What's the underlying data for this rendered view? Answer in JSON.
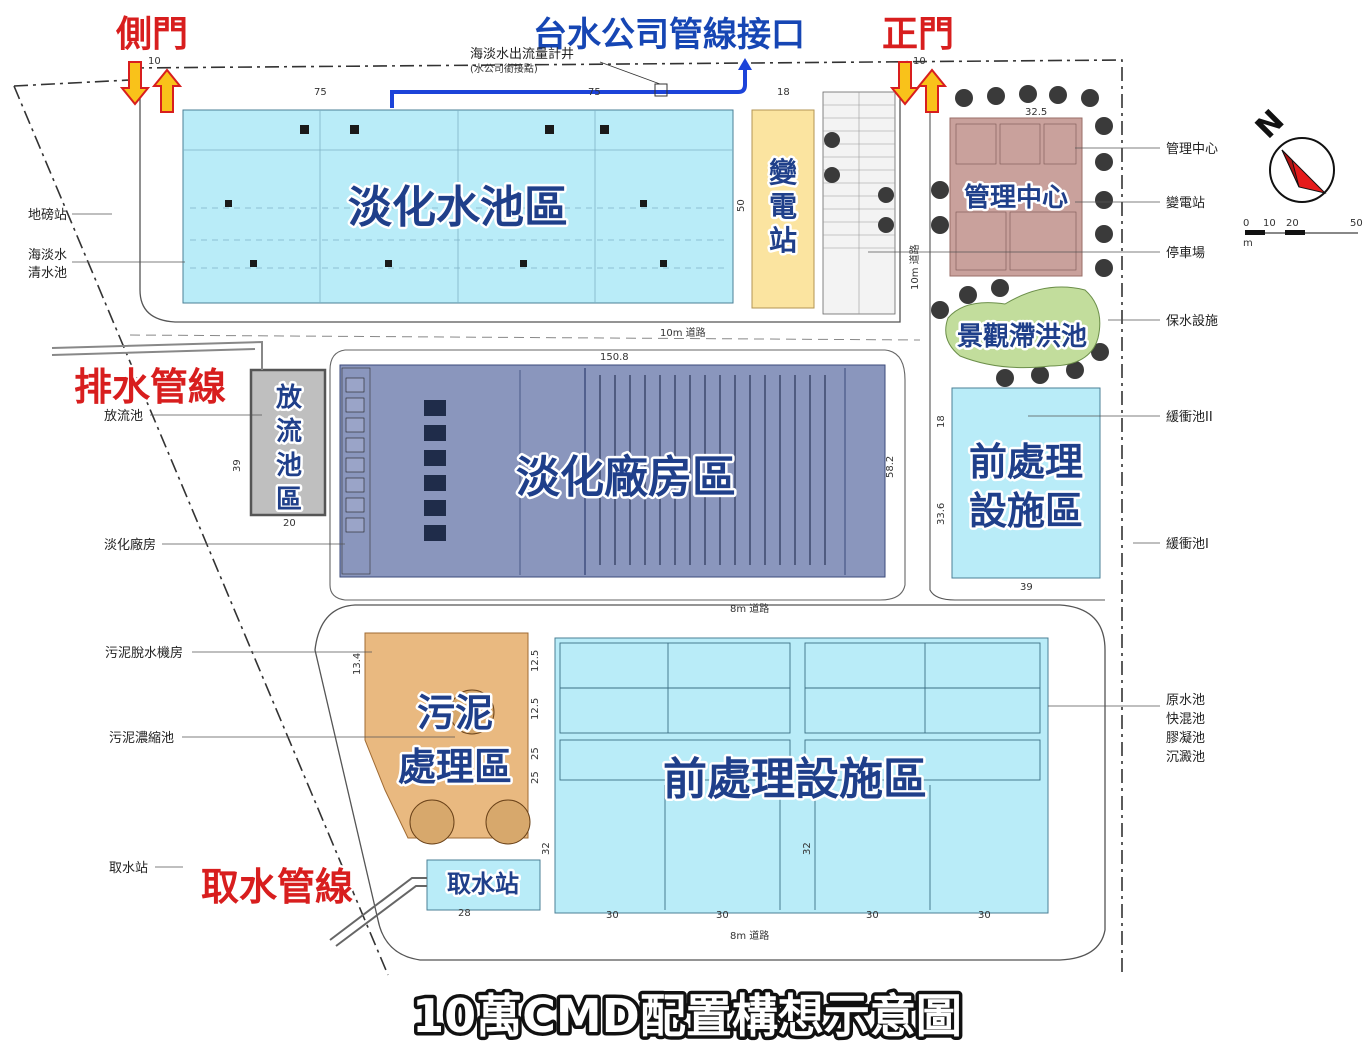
{
  "title": "10萬CMD配置構想示意圖",
  "gates": {
    "side": "側門",
    "main": "正門"
  },
  "pipelines": {
    "water_company": "台水公司管線接口",
    "drain": "排水管線",
    "intake": "取水管線"
  },
  "small_note": {
    "line1": "海淡水出流量計井",
    "line2": "(水公司銜接點)"
  },
  "zones": {
    "desal_pool": "淡化水池區",
    "substation": [
      "變",
      "電",
      "站"
    ],
    "admin": "管理中心",
    "landscape_pond": "景觀滯洪池",
    "outfall": [
      "放",
      "流",
      "池",
      "區"
    ],
    "desal_plant": "淡化廠房區",
    "pretreat_east": [
      "前處理",
      "設施區"
    ],
    "sludge": [
      "污泥",
      "處理區"
    ],
    "pretreat_main": "前處理設施區",
    "intake_station": "取水站"
  },
  "left_labels": {
    "weighbridge": "地磅站",
    "clear_pool_1": "海淡水",
    "clear_pool_2": "清水池",
    "outfall_pool": "放流池",
    "desal_plant": "淡化廠房",
    "sludge_dewater": "污泥脫水機房",
    "sludge_thicken": "污泥濃縮池",
    "intake": "取水站"
  },
  "right_labels": {
    "admin": "管理中心",
    "substation": "變電站",
    "parking": "停車場",
    "retention": "保水設施",
    "buffer2": "緩衝池II",
    "buffer1": "緩衝池I",
    "raw": "原水池",
    "rapid_mix": "快混池",
    "coag": "膠凝池",
    "sed": "沉澱池"
  },
  "roads": {
    "r10": "10m 道路",
    "r8a": "8m 道路",
    "r8b": "8m 道路",
    "r10v": "10m 道路"
  },
  "dims": {
    "d10a": "10",
    "d75a": "75",
    "d75b": "75",
    "d18": "18",
    "d10b": "10",
    "d325": "32.5",
    "d50": "50",
    "d1508": "150.8",
    "d39v": "39",
    "d20": "20",
    "d582": "58.2",
    "d18b": "18",
    "d336": "33.6",
    "d39h": "39",
    "d134": "13.4",
    "d125a": "12.5",
    "d125b": "12.5",
    "d25a": "25",
    "d25b": "25",
    "d32a": "32",
    "d32b": "32",
    "d28": "28",
    "d30a": "30",
    "d30b": "30",
    "d30c": "30",
    "d30d": "30"
  },
  "compass": {
    "north": "N",
    "scale": [
      "0",
      "10",
      "20",
      "50"
    ],
    "unit": "m"
  },
  "colors": {
    "cyan": "#b9ecf8",
    "slate": "#8a96bd",
    "yellow": "#fbe4a0",
    "rose": "#c9a19c",
    "green": "#c2dd9c",
    "orange": "#e9b980",
    "grey": "#bfbfbf"
  }
}
